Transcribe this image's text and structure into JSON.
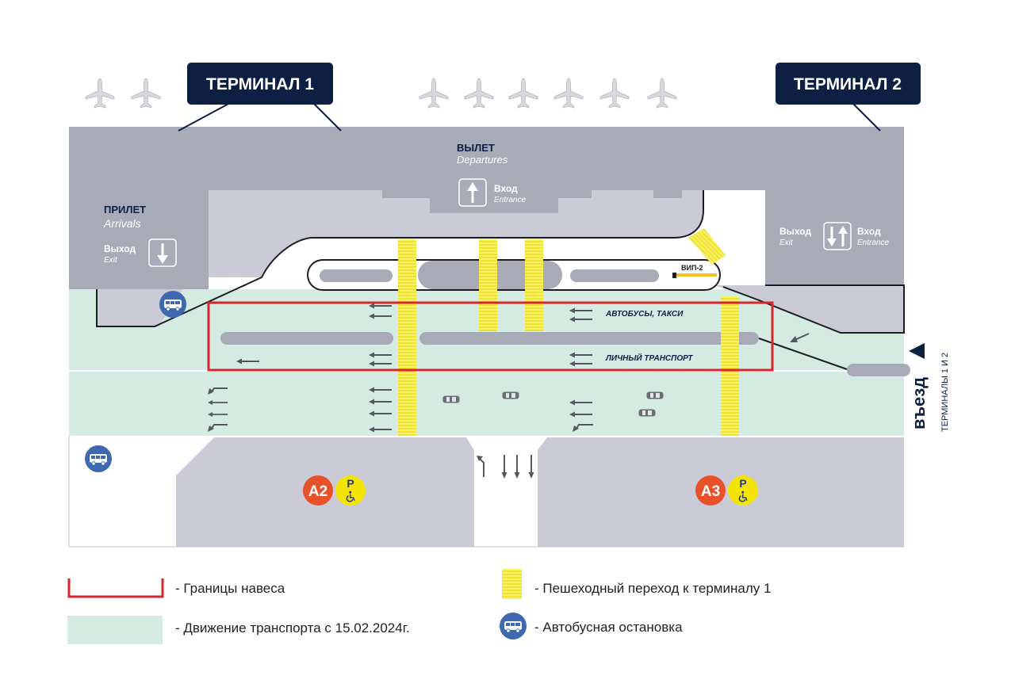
{
  "terminals": {
    "t1": "ТЕРМИНАЛ 1",
    "t2": "ТЕРМИНАЛ 2"
  },
  "zones": {
    "departures_ru": "ВЫЛЕТ",
    "departures_en": "Departures",
    "arrivals_ru": "ПРИЛЕТ",
    "arrivals_en": "Arrivals"
  },
  "signs": {
    "entrance_ru": "Вход",
    "entrance_en": "Entrance",
    "exit_ru": "Выход",
    "exit_en": "Exit",
    "vip": "ВИП-2"
  },
  "lanes": {
    "bus_taxi": "АВТОБУСЫ, ТАКСИ",
    "private": "ЛИЧНЫЙ ТРАНСПОРТ"
  },
  "entry": {
    "title": "въезд",
    "subtitle": "ТЕРМИНАЛЫ 1 И 2"
  },
  "parking": {
    "a2": "А2",
    "a3": "А3",
    "p": "P"
  },
  "legend": {
    "canopy": "- Границы навеса",
    "traffic": "- Движение транспорта с 15.02.2024г.",
    "crosswalk": "- Пешеходный переход к терминалу 1",
    "bus_stop": "- Автобусная остановка"
  },
  "colors": {
    "terminal_fill": "#a8aab8",
    "road_light": "#cacbd6",
    "traffic_zone": "#d3ebe0",
    "canopy_border": "#d7262e",
    "crosswalk": "#f2ea3b",
    "bus_stop": "#3e68b0",
    "parking_zone": "#e8512a",
    "parking_p": "#f4e500",
    "navy": "#0e1f44"
  },
  "icons": {
    "plane": "plane-icon",
    "bus": "bus-icon",
    "arrow": "arrow-icon",
    "wheelchair": "wheelchair-icon",
    "car": "car-icon"
  }
}
